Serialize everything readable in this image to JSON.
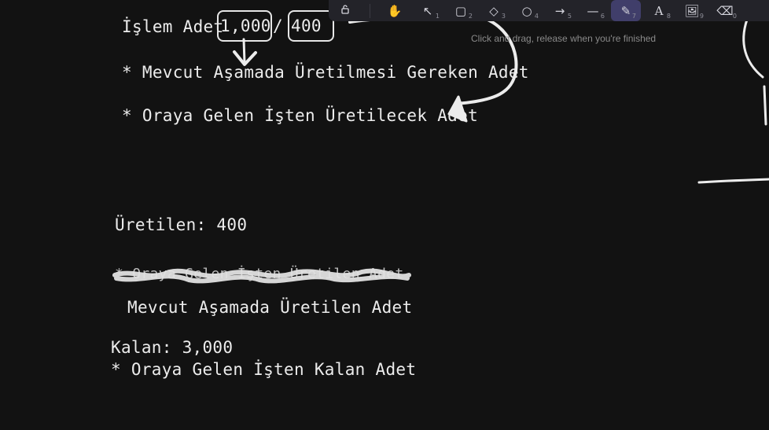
{
  "toolbar": {
    "tools": [
      {
        "name": "lock",
        "icon": "lock-icon",
        "key": ""
      },
      {
        "name": "hand",
        "icon": "hand-icon",
        "key": ""
      },
      {
        "name": "selection",
        "icon": "pointer-icon",
        "key": "1"
      },
      {
        "name": "rectangle",
        "icon": "rectangle-icon",
        "key": "2"
      },
      {
        "name": "diamond",
        "icon": "diamond-icon",
        "key": "3"
      },
      {
        "name": "ellipse",
        "icon": "ellipse-icon",
        "key": "4"
      },
      {
        "name": "arrow",
        "icon": "arrow-icon",
        "key": "5"
      },
      {
        "name": "line",
        "icon": "line-icon",
        "key": "6"
      },
      {
        "name": "draw",
        "icon": "pencil-icon",
        "key": "7"
      },
      {
        "name": "text",
        "icon": "text-icon",
        "key": "8"
      },
      {
        "name": "image",
        "icon": "image-icon",
        "key": "9"
      },
      {
        "name": "eraser",
        "icon": "eraser-icon",
        "key": "0"
      }
    ],
    "active_tool": "draw",
    "hint": "Click and drag, release when you're finished"
  },
  "canvas": {
    "islem_label": "İşlem Adet",
    "value_total": "1,000",
    "slash": "/",
    "value_part": "400",
    "note_1": "* Mevcut Aşamada Üretilmesi Gereken Adet",
    "note_2": "* Oraya Gelen İşten Üretilecek Adet",
    "produced": "Üretilen: 400",
    "struck_text": "* Oraya Gelen İşten Üretilen Adet",
    "produced_note": "Mevcut Aşamada Üretilen Adet",
    "remaining": "Kalan: 3,000",
    "remaining_note": "* Oraya Gelen İşten Kalan Adet"
  },
  "colors": {
    "background": "#121212",
    "toolbar_bg": "#232329",
    "active_tool_bg": "#403e6a",
    "ink": "#ececec"
  }
}
